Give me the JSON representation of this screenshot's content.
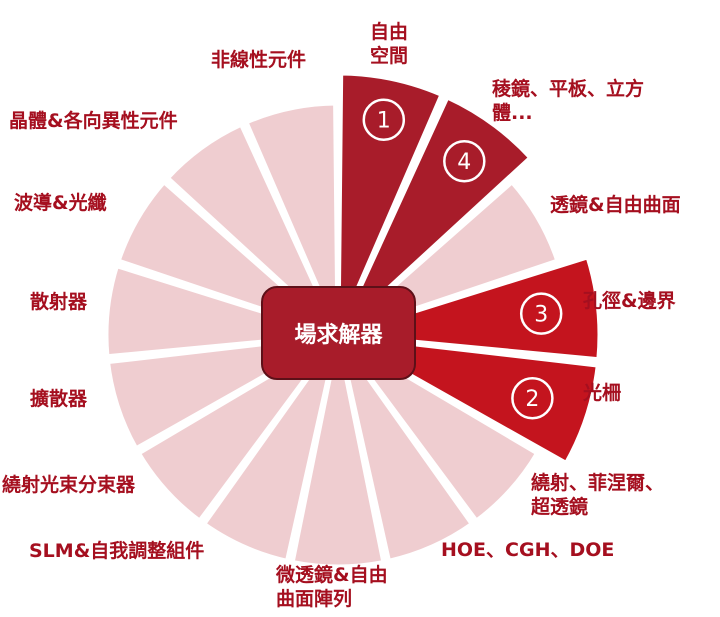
{
  "colors": {
    "light_segment": "#efcdd0",
    "highlight_segment": "#a81c2a",
    "highlight_segment_alt": "#c4141e",
    "separator": "#ffffff",
    "label_text": "#a50f1f",
    "center_fill": "#a81c2a"
  },
  "center": {
    "label": "場求解器"
  },
  "segments": [
    {
      "lines": [
        "自由",
        "空間"
      ],
      "highlighted": true,
      "number": "1"
    },
    {
      "lines": [
        "稜鏡、平板、立方",
        "體..."
      ],
      "highlighted": true,
      "number": "4"
    },
    {
      "lines": [
        "透鏡&自由曲面"
      ],
      "highlighted": false
    },
    {
      "lines": [
        "孔徑&邊界"
      ],
      "highlighted": true,
      "number": "3"
    },
    {
      "lines": [
        "光柵"
      ],
      "highlighted": true,
      "number": "2"
    },
    {
      "lines": [
        "繞射、菲涅爾、",
        "超透鏡"
      ],
      "highlighted": false
    },
    {
      "lines": [
        "HOE、CGH、DOE"
      ],
      "highlighted": false
    },
    {
      "lines": [
        "微透鏡&自由",
        "曲面陣列"
      ],
      "highlighted": false
    },
    {
      "lines": [
        "SLM&自我調整組件"
      ],
      "highlighted": false
    },
    {
      "lines": [
        "繞射光束分束器"
      ],
      "highlighted": false
    },
    {
      "lines": [
        "擴散器"
      ],
      "highlighted": false
    },
    {
      "lines": [
        "散射器"
      ],
      "highlighted": false
    },
    {
      "lines": [
        "波導&光纖"
      ],
      "highlighted": false
    },
    {
      "lines": [
        "晶體&各向異性元件"
      ],
      "highlighted": false
    },
    {
      "lines": [
        "非線性元件"
      ],
      "highlighted": false
    }
  ]
}
